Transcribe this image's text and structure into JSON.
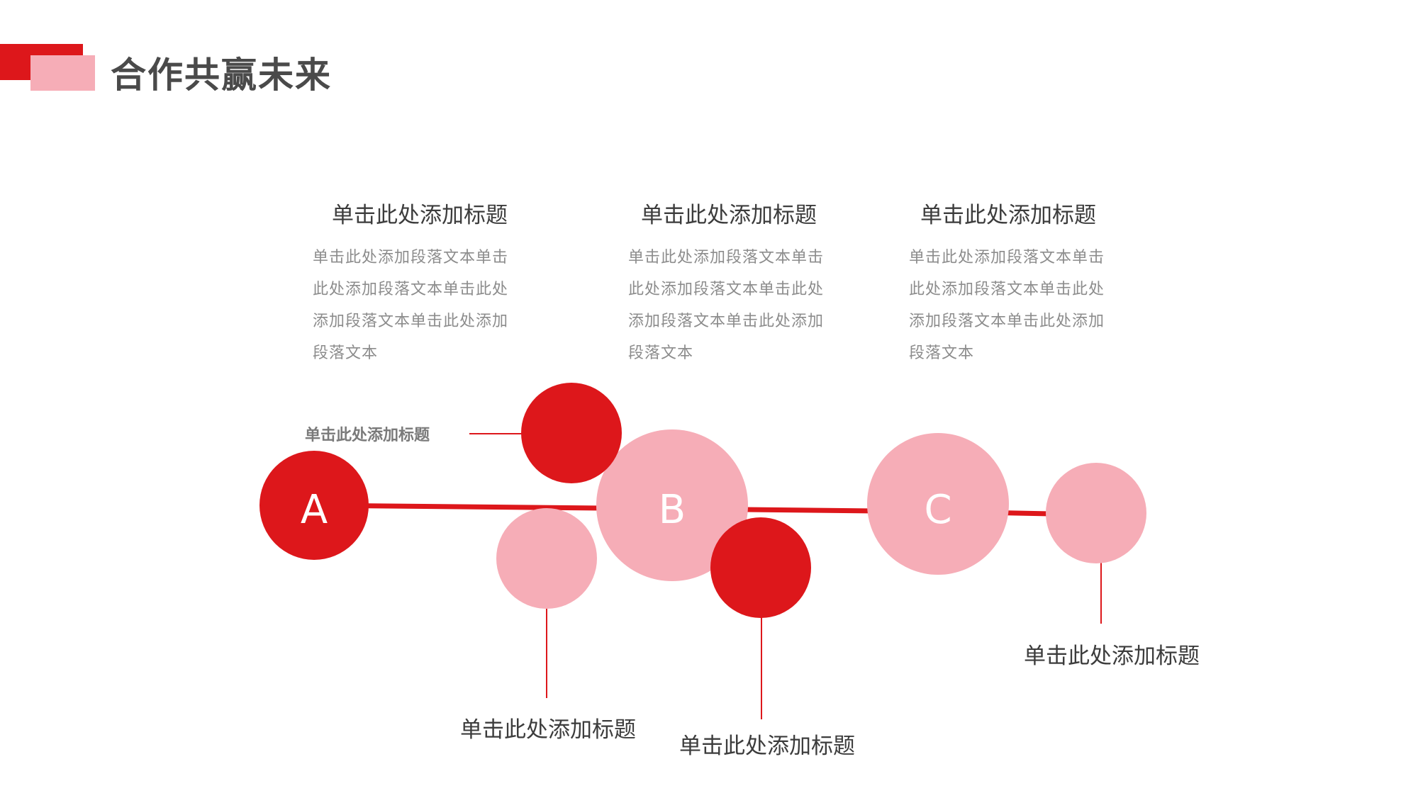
{
  "header": {
    "title": "合作共赢未来",
    "accent_red": "#dd171b",
    "accent_pink": "#f6adb7"
  },
  "columns": [
    {
      "title": "单击此处添加标题",
      "body": [
        "单击此处添加段落文本单击",
        "此处添加段落文本单击此处",
        "添加段落文本单击此处添加",
        "段落文本"
      ]
    },
    {
      "title": "单击此处添加标题",
      "body": [
        "单击此处添加段落文本单击",
        "此处添加段落文本单击此处",
        "添加段落文本单击此处添加",
        "段落文本"
      ]
    },
    {
      "title": "单击此处添加标题",
      "body": [
        "单击此处添加段落文本单击",
        "此处添加段落文本单击此处",
        "添加段落文本单击此处添加",
        "段落文本"
      ]
    }
  ],
  "nodes": {
    "a": "A",
    "b": "B",
    "c": "C"
  },
  "labels": {
    "small_left": "单击此处添加标题",
    "bottom_1": "单击此处添加标题",
    "bottom_2": "单击此处添加标题",
    "bottom_3": "单击此处添加标题"
  }
}
